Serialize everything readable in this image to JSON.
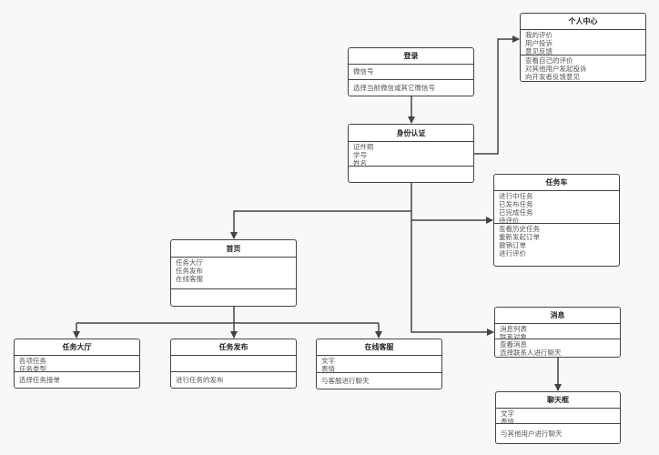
{
  "classes": {
    "login": {
      "title": "登录",
      "attrs": [
        "微信号"
      ],
      "ops": [
        "选择当前微信或其它微信号"
      ]
    },
    "personal": {
      "title": "个人中心",
      "attrs": [
        "我的评价",
        "用户投诉",
        "意见反馈"
      ],
      "ops": [
        "查看自己的评价",
        "对其他用户发起投诉",
        "向开发者反馈意见"
      ]
    },
    "identity": {
      "title": "身份认证",
      "attrs": [
        "证件照",
        "学号",
        "姓名"
      ],
      "ops": []
    },
    "cart": {
      "title": "任务车",
      "attrs": [
        "进行中任务",
        "已发布任务",
        "已完成任务",
        "待评价"
      ],
      "ops": [
        "查看历史任务",
        "重新发起订单",
        "撤销订单",
        "进行评价"
      ]
    },
    "home": {
      "title": "首页",
      "attrs": [
        "任务大厅",
        "任务发布",
        "在线客服"
      ],
      "ops": []
    },
    "message": {
      "title": "消息",
      "attrs": [
        "消息列表",
        "联系对象"
      ],
      "ops": [
        "查看消息",
        "选择联系人进行聊天"
      ]
    },
    "chat": {
      "title": "聊天框",
      "attrs": [
        "文字",
        "表情"
      ],
      "ops": [
        "与其他用户进行聊天"
      ]
    },
    "hall": {
      "title": "任务大厅",
      "attrs": [
        "各项任务",
        "任务类型"
      ],
      "ops": [
        "选择任务接单"
      ]
    },
    "publish": {
      "title": "任务发布",
      "attrs": [],
      "ops": [
        "进行任务的发布"
      ]
    },
    "service": {
      "title": "在线客服",
      "attrs": [
        "文字",
        "表情"
      ],
      "ops": [
        "与客服进行聊天"
      ]
    }
  },
  "colors": {
    "line": "#444444",
    "background": "#f8f8f8",
    "box": "#ffffff"
  }
}
